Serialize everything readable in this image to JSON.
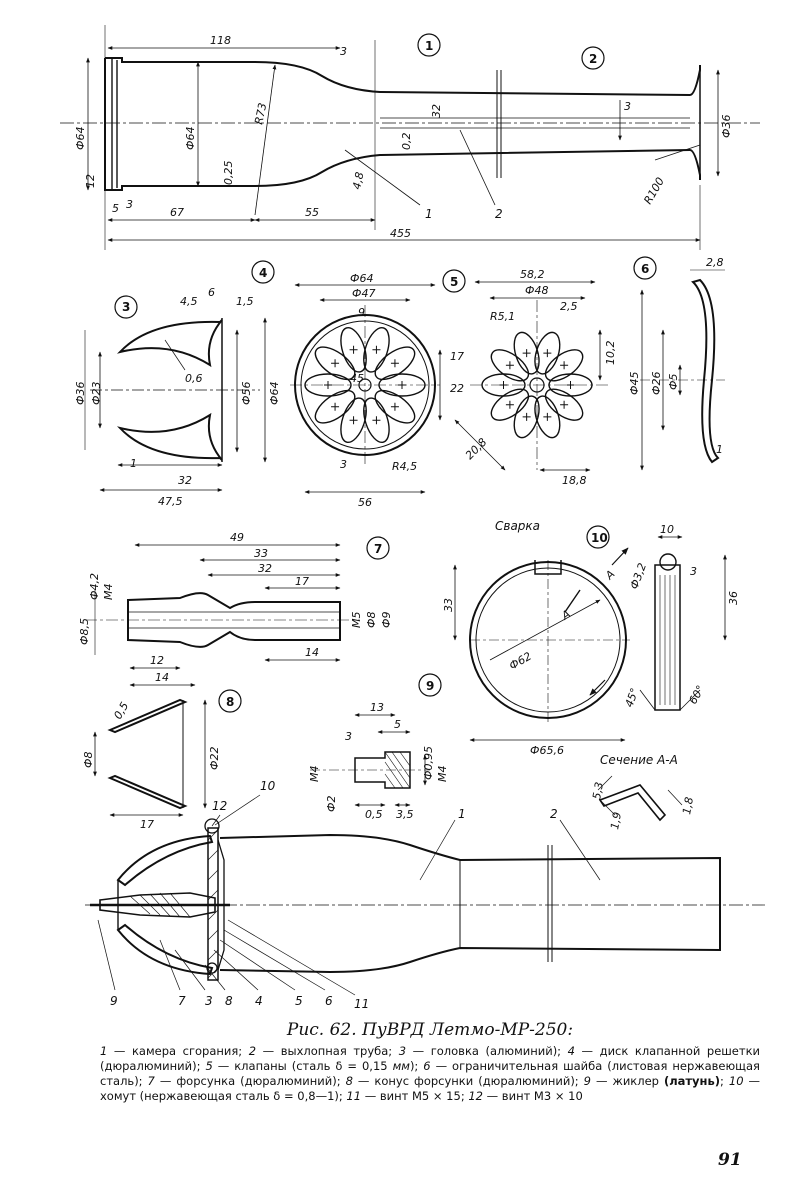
{
  "views": {
    "v1": {
      "num": "1",
      "d_total": "455",
      "d_118": "118",
      "d_3top": "3",
      "d_phi64a": "Ф64",
      "d_phi64b": "Ф64",
      "d_R73": "R73",
      "d_025": "0,25",
      "d_12": "12",
      "d_5": "5",
      "d_3bot": "3",
      "d_67": "67",
      "d_55": "55",
      "d_48": "4,8",
      "d_02": "0,2",
      "d_32": "32",
      "d_phi36": "Ф36",
      "d_R100": "R100",
      "d_3small": "3",
      "part1": "1",
      "part2": "2"
    },
    "v2": {
      "num": "2"
    },
    "v3": {
      "num": "3",
      "d_45": "4,5",
      "d_6": "6",
      "d_15": "1,5",
      "d_06": "0,6",
      "d_phi56": "Ф56",
      "d_phi64": "Ф64",
      "d_phi36": "Ф36",
      "d_phi23": "Ф23",
      "d_1": "1",
      "d_32": "32",
      "d_475": "47,5"
    },
    "v4": {
      "num": "4",
      "d_phi64": "Ф64",
      "d_phi47": "Ф47",
      "d_9": "9",
      "d_17": "17",
      "d_22": "22",
      "d_45": "45",
      "d_3": "3",
      "d_R45": "R4,5",
      "d_56": "56"
    },
    "v5": {
      "num": "5",
      "d_582": "58,2",
      "d_phi48": "Ф48",
      "d_R51": "R5,1",
      "d_25": "2,5",
      "d_102": "10,2",
      "d_208": "20,8",
      "d_188": "18,8"
    },
    "v6": {
      "num": "6",
      "d_28": "2,8",
      "d_phi45": "Ф45",
      "d_phi26": "Ф26",
      "d_phi5": "Ф5",
      "d_1": "1"
    },
    "v7": {
      "num": "7",
      "d_49": "49",
      "d_33": "33",
      "d_32": "32",
      "d_17": "17",
      "d_phi42": "Ф4,2",
      "d_M4a": "М4",
      "d_phi85": "Ф8,5",
      "d_M5": "М5",
      "d_phi8": "Ф8",
      "d_phi9": "Ф9",
      "d_12": "12",
      "d_14a": "14",
      "d_14b": "14"
    },
    "v8": {
      "num": "8",
      "d_05": "0,5",
      "d_phi8": "Ф8",
      "d_phi22": "Ф22",
      "d_17": "17"
    },
    "v9": {
      "num": "9",
      "d_13": "13",
      "d_5": "5",
      "d_3": "3",
      "d_phi095": "Ф0,95",
      "d_M4a": "М4",
      "d_M4b": "М4",
      "d_phi2": "Ф2",
      "d_05": "0,5",
      "d_35": "3,5"
    },
    "v10": {
      "num": "10",
      "weld": "Сварка",
      "d_33": "33",
      "d_A1": "А",
      "d_A2": "А",
      "d_phi62": "Ф62",
      "d_phi656": "Ф65,6",
      "d_10": "10",
      "d_phi32": "Ф3,2",
      "d_3": "3",
      "d_36": "36",
      "d_45": "45°",
      "d_60": "60°",
      "section": "Сечение А-А",
      "d_53": "5,3",
      "d_19": "1,9",
      "d_18": "1,8"
    },
    "assembly": {
      "c12": "12",
      "c10": "10",
      "c1": "1",
      "c2": "2",
      "c9": "9",
      "c7": "7",
      "c3": "3",
      "c8": "8",
      "c4": "4",
      "c5": "5",
      "c6": "6",
      "c11": "11"
    }
  },
  "caption": {
    "title": "Рис. 62. ПуВРД Летмо-МР-250:",
    "l1n": "1",
    "l1": " — камера сгорания; ",
    "l2n": "2",
    "l2": " — выхлопная труба; ",
    "l3n": "3",
    "l3": " — головка (алюминий); ",
    "l4n": "4",
    "l4": " — диск клапанной решетки (дюралюминий); ",
    "l5n": "5",
    "l5": " — клапаны (сталь δ = 0,15 ",
    "l5u": "мм",
    "l5e": "); ",
    "l6n": "6",
    "l6": " — ограничительная шайба (листовая нержавеющая сталь); ",
    "l7n": "7",
    "l7": " — форсунка (дюралюминий); ",
    "l8n": "8",
    "l8": " — конус форсунки (дюралюминий); ",
    "l9n": "9",
    "l9": " — жиклер ",
    "l9b": "(латунь)",
    "l9e": "; ",
    "l10n": "10",
    "l10": " — хомут (нержавеющая сталь δ = 0,8—1); ",
    "l11n": "11",
    "l11": " — винт М5 × 15; ",
    "l12n": "12",
    "l12": " — винт М3 × 10"
  },
  "page_number": "91"
}
